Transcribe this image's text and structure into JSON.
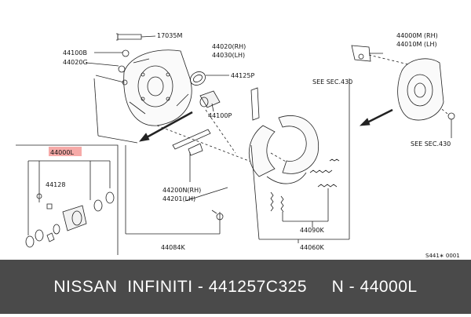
{
  "colors": {
    "line": "#222222",
    "highlight": "#f6aaa8",
    "footer_bg": "#4a4a4a",
    "footer_text": "#ffffff"
  },
  "labels": {
    "p17035M": "17035M",
    "p44020RH": "44020(RH)",
    "p44030LH": "44030(LH)",
    "p44100B": "44100B",
    "p44020G": "44020G",
    "p44125P": "44125P",
    "p44100P": "44100P",
    "p44000M_RH": "44000M (RH)",
    "p44010M_LH": "44010M (LH)",
    "seeSec1": "SEE SEC.430",
    "seeSec2": "SEE SEC.430",
    "p44000L": "44000L",
    "p44128": "44128",
    "p44200N_RH": "44200N(RH)",
    "p44201_LH": "44201(LH)",
    "p44090K": "44090K",
    "p44060K": "44060K",
    "p44084K": "44084K",
    "code": "S441∗ 0001"
  },
  "footer": {
    "text": "NISSAN  INFINITI - 441257C325     N - 44000L"
  }
}
